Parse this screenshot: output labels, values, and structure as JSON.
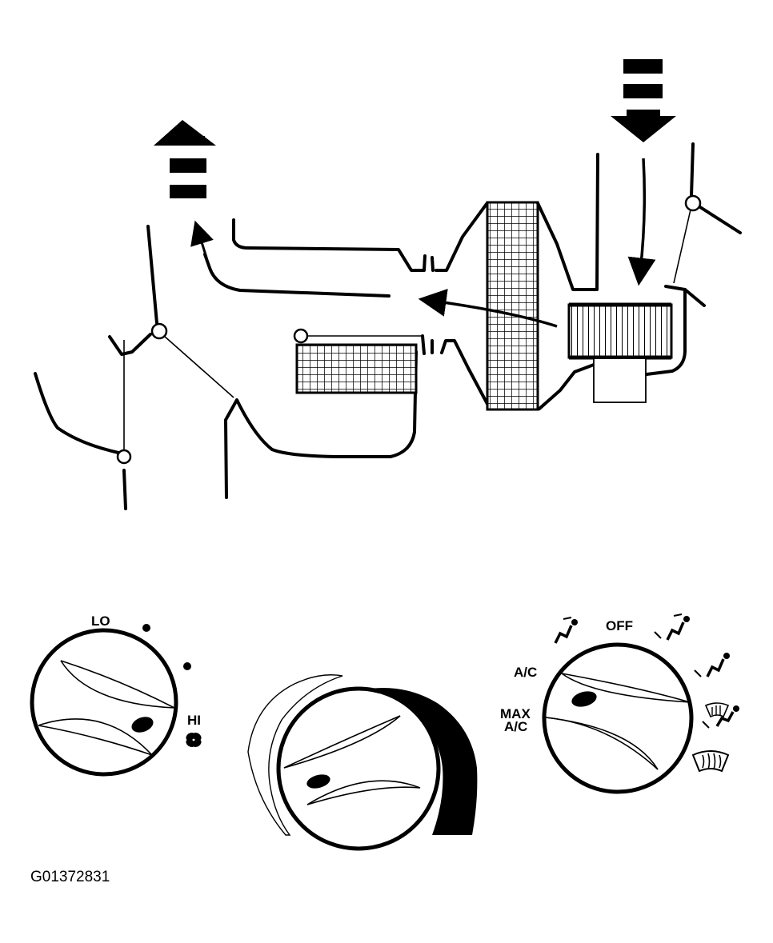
{
  "labels": {
    "blower_lo": "LO",
    "blower_hi": "HI",
    "mode_off": "OFF",
    "mode_ac": "A/C",
    "mode_max_line1": "MAX",
    "mode_max_line2": "A/C",
    "figure_id": "G01372831"
  },
  "icons": {
    "fan": "fan-icon",
    "panel_vent": "panel-vent-icon",
    "defrost": "defrost-icon"
  },
  "colors": {
    "ink": "#000000",
    "paper": "#ffffff"
  }
}
